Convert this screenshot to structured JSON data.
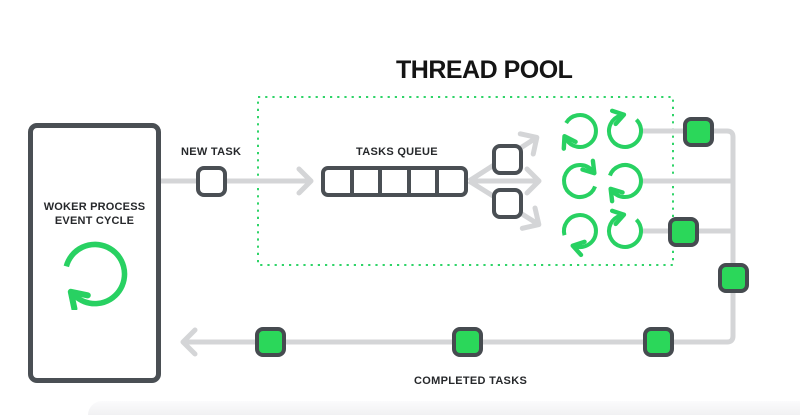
{
  "title": "THREAD POOL",
  "worker_box": {
    "label_line1": "WOKER PROCESS",
    "label_line2": "EVENT CYCLE"
  },
  "flow": {
    "new_task_label": "NEW TASK",
    "tasks_queue_label": "TASKS QUEUE",
    "completed_tasks_label": "COMPLETED TASKS",
    "queue_cell_count": 5,
    "thread_rows": 3,
    "spinners_per_row": 2,
    "pending_task_squares": 2,
    "completed_task_squares": 6
  },
  "colors": {
    "green_accent": "#2bd75a",
    "green_stroke": "#28d162",
    "dark_border": "#4a4f54",
    "connector_gray": "#d4d5d7",
    "title_text": "#141414",
    "background": "#ffffff"
  }
}
